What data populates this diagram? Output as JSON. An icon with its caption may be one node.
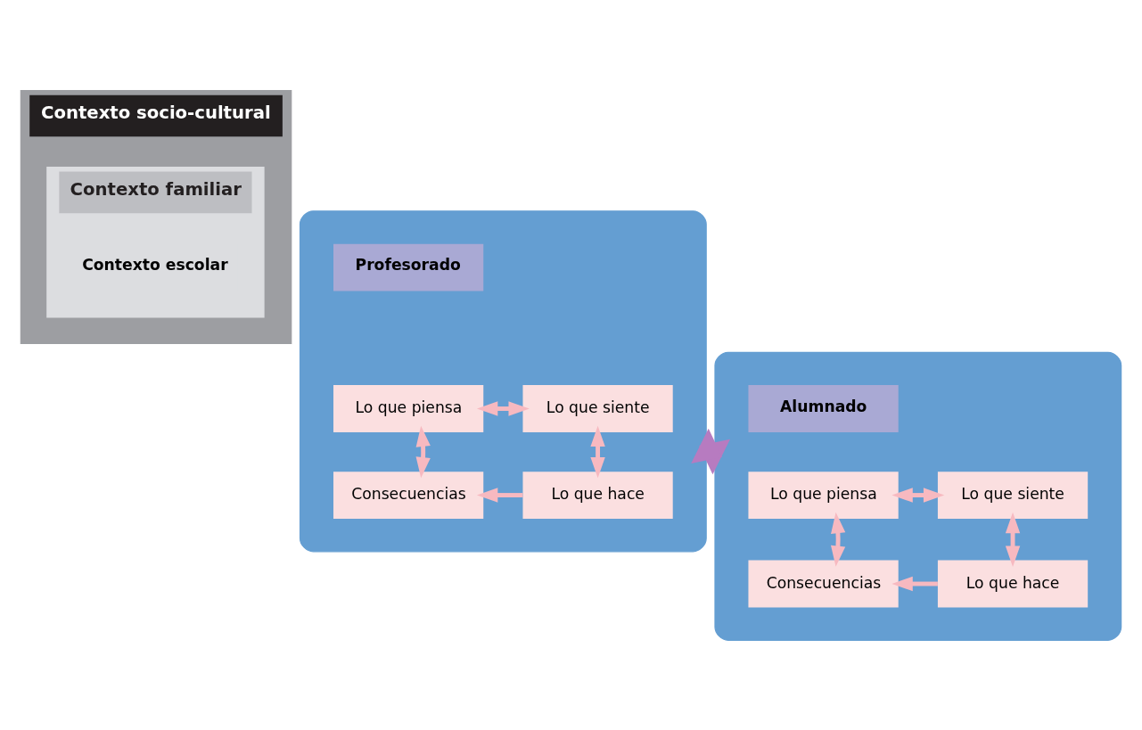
{
  "diagram": {
    "nodes": [
      {
        "text": [
          "Contexto socio-cultural"
        ]
      },
      {
        "text": [
          "Contexto familiar"
        ],
        "in": 0
      },
      {
        "text": [
          "Contexto escolar"
        ],
        "in": 1
      },
      {
        "text": [],
        "shape": "ellipse"
      },
      {
        "text": [
          "Profesorado"
        ],
        "in": 3
      },
      {
        "text": [
          "Lo que piensa"
        ],
        "in": 3
      },
      {
        "text": [
          "Lo que siente"
        ],
        "in": 3
      },
      {
        "text": [
          "Consecuencias"
        ],
        "in": 3
      },
      {
        "text": [
          "Lo que hace"
        ],
        "in": 3
      },
      {
        "text": [],
        "shape": "ellipse"
      },
      {
        "text": [
          "Alumnado"
        ],
        "in": 9
      },
      {
        "text": [
          "Lo que piensa"
        ],
        "in": 9
      },
      {
        "text": [
          "Lo que siente"
        ],
        "in": 9
      },
      {
        "text": [
          "Consecuencias"
        ],
        "in": 9
      },
      {
        "text": [
          "Lo que hace"
        ],
        "in": 9
      }
    ],
    "edges": [
      {
        "from": 5,
        "to": 6,
        "arrow": "both"
      },
      {
        "from": 5,
        "to": 7,
        "arrow": "both"
      },
      {
        "from": 6,
        "to": 8,
        "arrow": "both"
      },
      {
        "from": 8,
        "to": 7,
        "arrow": "to"
      },
      {
        "from": 11,
        "to": 12,
        "arrow": "both"
      },
      {
        "from": 11,
        "to": 13,
        "arrow": "both"
      },
      {
        "from": 12,
        "to": 14,
        "arrow": "both"
      },
      {
        "from": 14,
        "to": 13,
        "arrow": "to"
      },
      {
        "from": 3,
        "to": 9,
        "arrow": "both",
        "style": "thick",
        "color": "#b77bc0"
      }
    ]
  }
}
